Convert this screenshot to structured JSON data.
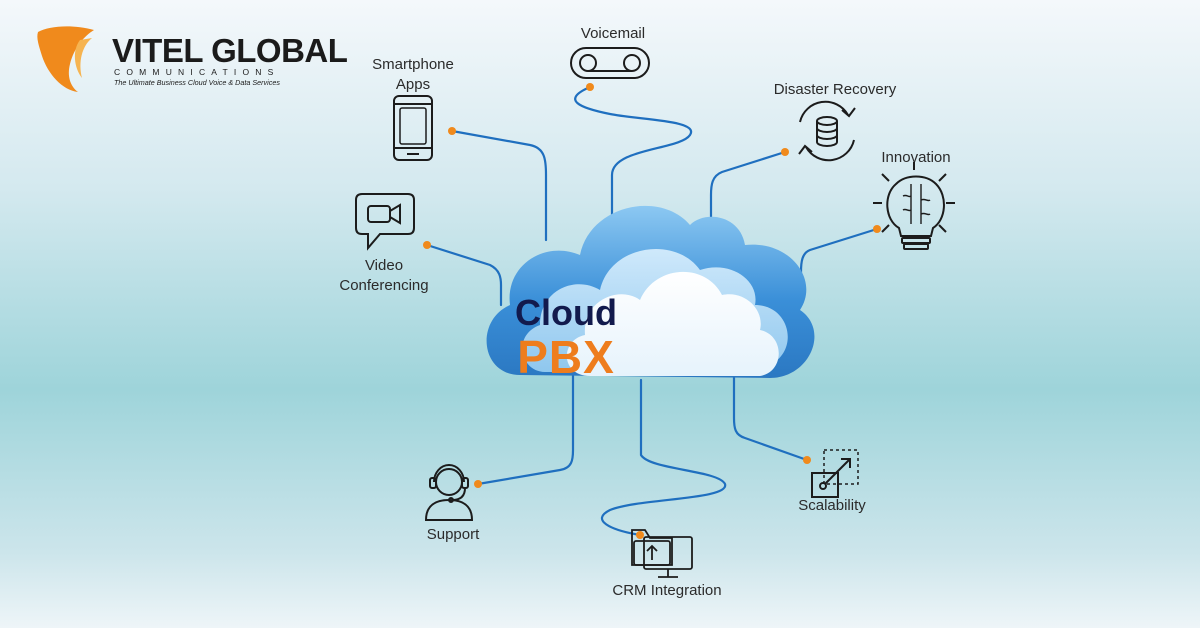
{
  "brand": {
    "name": "VITEL GLOBAL",
    "sub": "COMMUNICATIONS",
    "tagline": "The Ultimate Business Cloud Voice & Data Services",
    "colors": {
      "orange": "#f08a1c",
      "navy": "#121a4d"
    }
  },
  "center": {
    "line1": "Cloud",
    "line2": "PBX"
  },
  "features": [
    {
      "label": "Voicemail",
      "icon": "voicemail-icon"
    },
    {
      "label_line1": "Smartphone",
      "label_line2": "Apps",
      "icon": "smartphone-icon"
    },
    {
      "label": "Disaster Recovery",
      "icon": "disaster-recovery-icon"
    },
    {
      "label": "Innovation",
      "icon": "lightbulb-brain-icon"
    },
    {
      "label_line1": "Video",
      "label_line2": "Conferencing",
      "icon": "video-chat-icon"
    },
    {
      "label": "Support",
      "icon": "headset-agent-icon"
    },
    {
      "label": "CRM Integration",
      "icon": "crm-monitors-icon"
    },
    {
      "label": "Scalability",
      "icon": "scale-arrow-icon"
    }
  ],
  "colors": {
    "wire": "#1f6fbf",
    "dot": "#f08a1c",
    "cloud_outer": "#3f93d9",
    "cloud_inner": "#d9edfa"
  }
}
